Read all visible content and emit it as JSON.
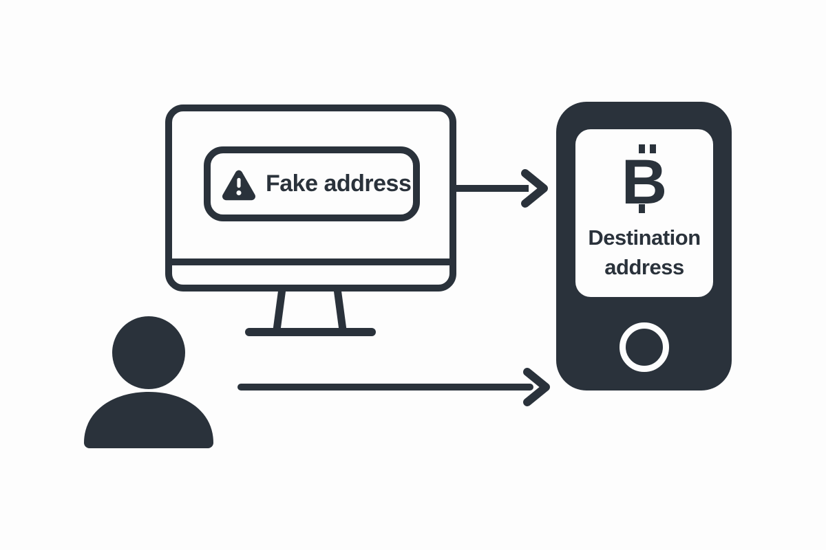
{
  "colors": {
    "background": "#fdfdfd",
    "ink": "#2a323b",
    "screen_white": "#fdfdfd"
  },
  "monitor": {
    "warning": {
      "icon": "warning-triangle",
      "label": "Fake address"
    }
  },
  "device": {
    "bitcoin_glyph": "B",
    "screen": {
      "line1": "Destination",
      "line2": "address"
    }
  },
  "icons": {
    "warning": "warning-triangle-icon",
    "bitcoin": "bitcoin-icon",
    "person": "person-icon",
    "arrows": [
      "arrow-monitor-to-wallet",
      "arrow-user-to-wallet"
    ]
  }
}
